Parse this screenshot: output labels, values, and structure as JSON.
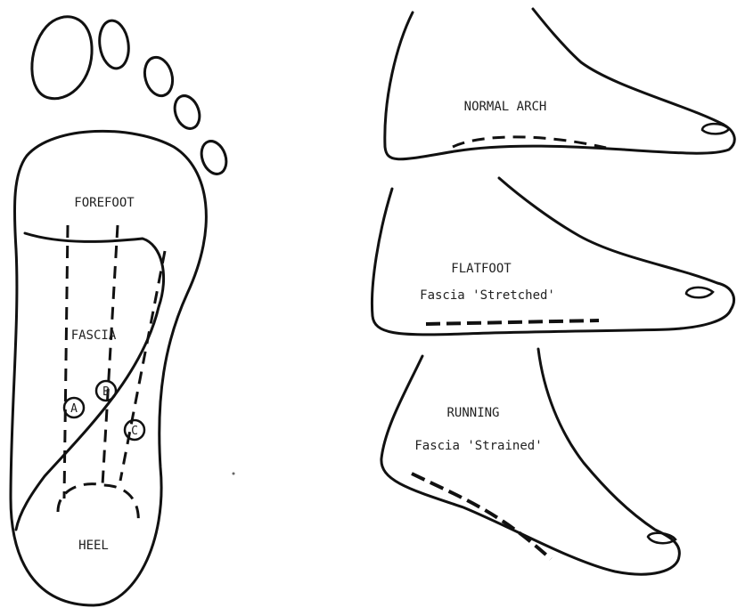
{
  "sole": {
    "forefoot_label": "FOREFOOT",
    "fascia_label": "FASCIA",
    "heel_label": "HEEL",
    "points": [
      "A",
      "B",
      "C"
    ]
  },
  "side_views": [
    {
      "title": "NORMAL ARCH",
      "subtitle": ""
    },
    {
      "title": "FLATFOOT",
      "subtitle": "Fascia 'Stretched'"
    },
    {
      "title": "RUNNING",
      "subtitle": "Fascia 'Strained'"
    }
  ]
}
